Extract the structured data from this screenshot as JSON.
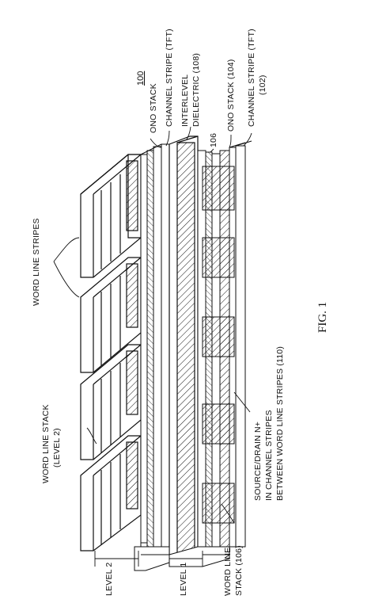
{
  "figure": {
    "ref_number": "100",
    "caption": "FIG. 1"
  },
  "labels": {
    "ono_stack": "ONO STACK",
    "channel_stripe_tft": "CHANNEL STRIPE (TFT)",
    "interlevel_dielectric_1": "INTERLEVEL",
    "interlevel_dielectric_2": "DIELECTRIC (108)",
    "ref_106": "106",
    "ono_stack_104": "ONO STACK (104)",
    "channel_stripe_102_1": "CHANNEL STRIPE (TFT)",
    "channel_stripe_102_2": "(102)",
    "word_line_stripes": "WORD LINE STRIPES",
    "word_line_stack_l2_1": "WORD LINE STACK",
    "word_line_stack_l2_2": "(LEVEL 2)",
    "source_drain_1": "SOURCE/DRAIN N+",
    "source_drain_2": "IN CHANNEL STRIPES",
    "source_drain_3": "BETWEEN WORD LINE STRIPES (110)",
    "level_2": "LEVEL 2",
    "level_1": "LEVEL 1",
    "word_line_stack_106_1": "WORD LINE",
    "word_line_stack_106_2": "STACK (106)"
  }
}
